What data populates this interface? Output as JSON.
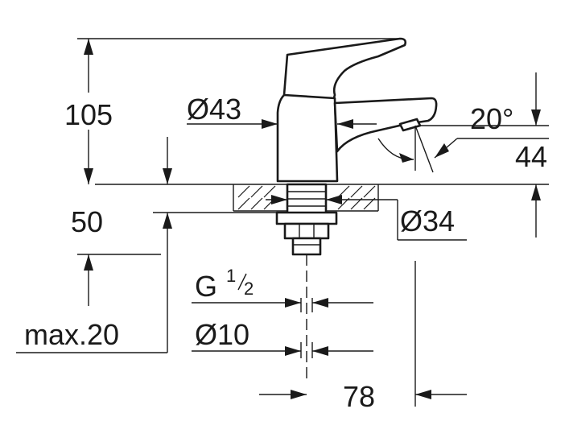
{
  "dimensions": {
    "height_total": "105",
    "spout_height": "44",
    "mount_spacing": "50",
    "deck_thickness": "max.20",
    "body_diameter": "Ø43",
    "base_diameter": "Ø34",
    "thread_label": "G",
    "thread_num": "1",
    "thread_den": "2",
    "pipe_diameter": "Ø10",
    "projection": "78",
    "angle": "20°"
  }
}
